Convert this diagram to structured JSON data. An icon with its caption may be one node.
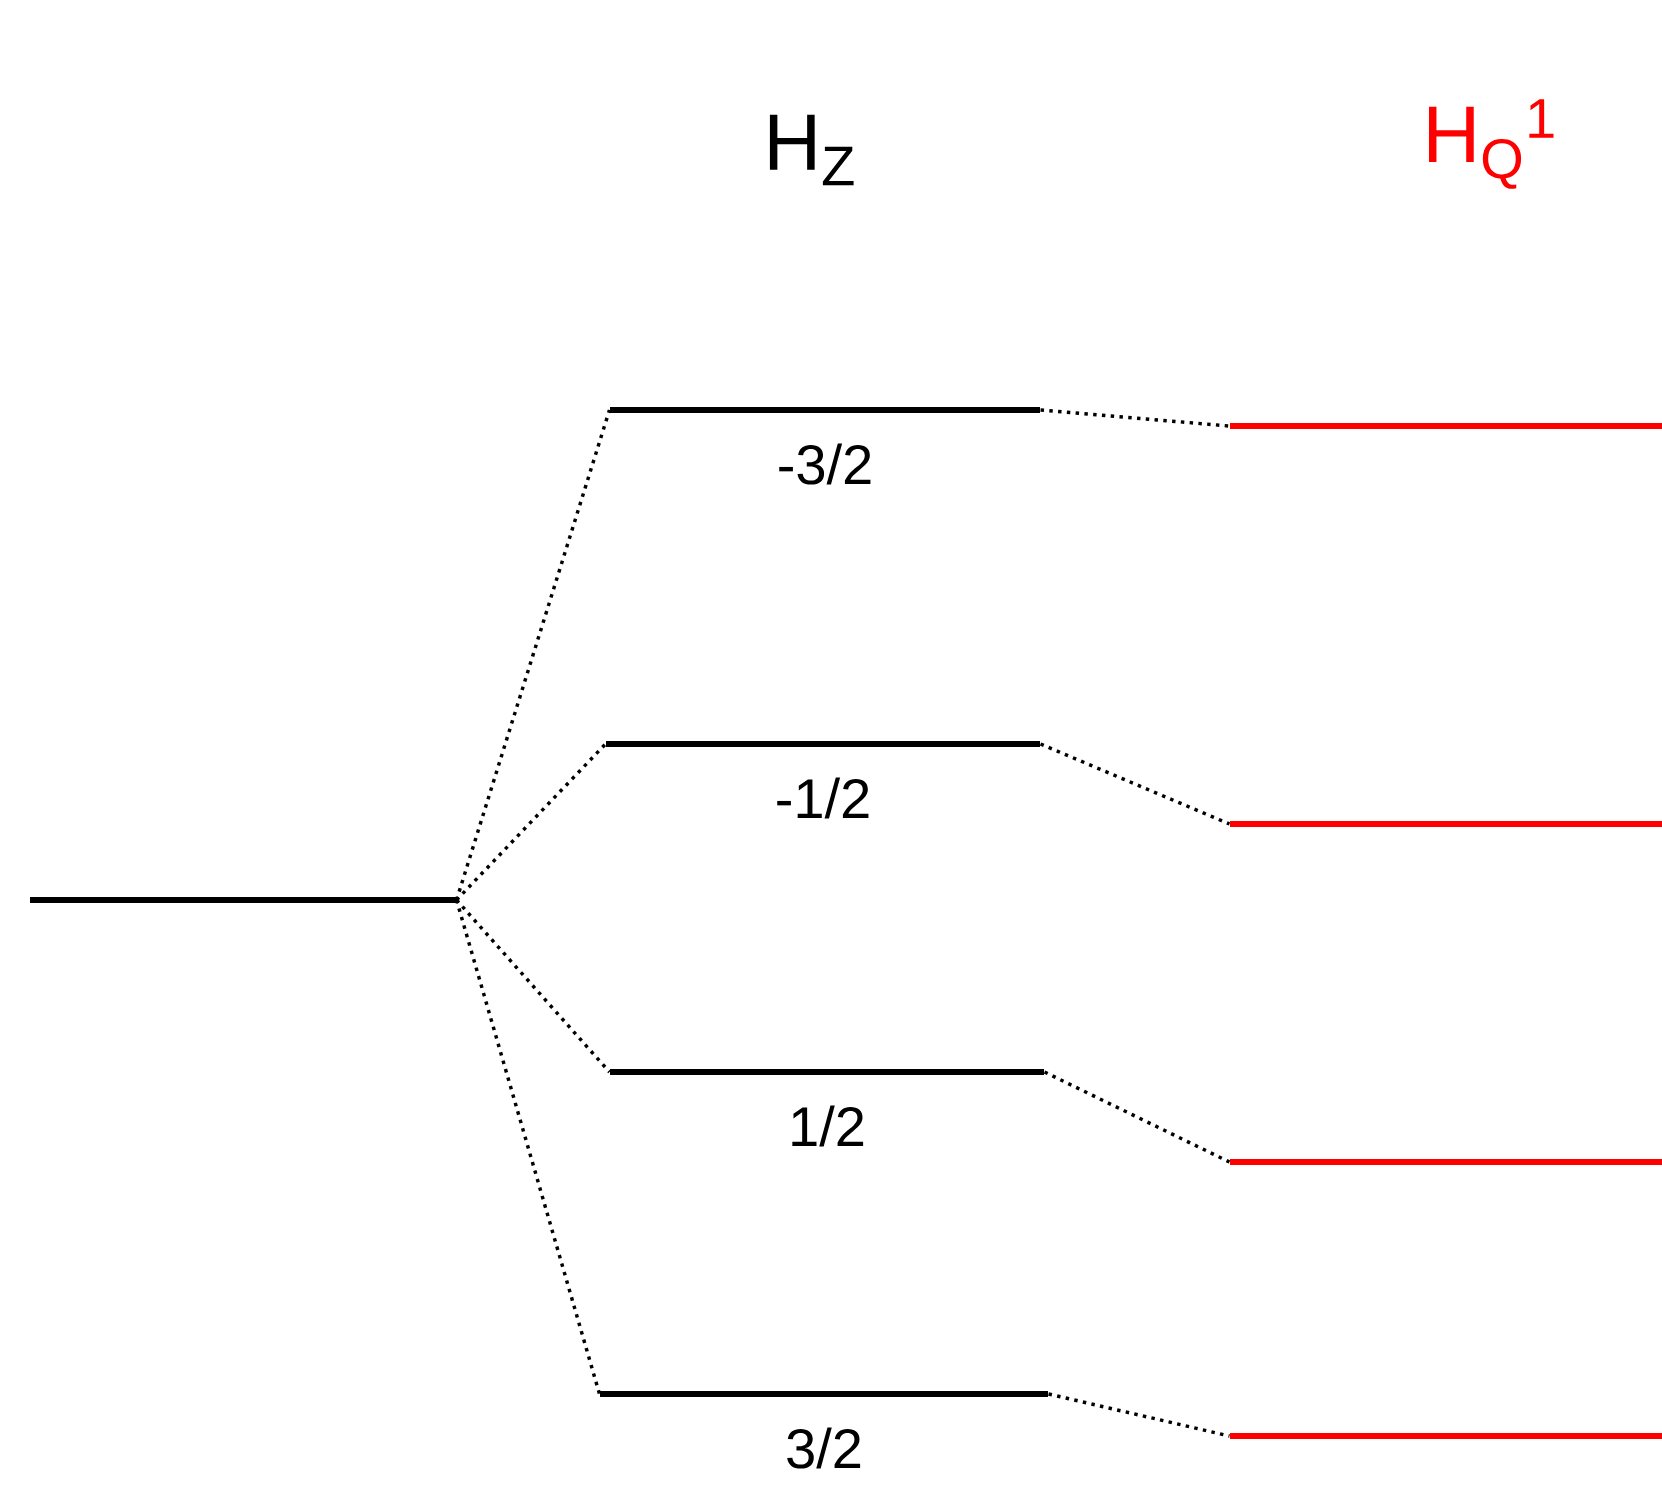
{
  "diagram": {
    "nodes": [
      {
        "text": [],
        "shape": "bar"
      },
      {
        "text": [],
        "shape": "bar",
        "beside": [
          "-3/2"
        ]
      },
      {
        "text": [],
        "shape": "bar",
        "beside": [
          "-1/2"
        ]
      },
      {
        "text": [],
        "shape": "bar",
        "beside": [
          "1/2"
        ]
      },
      {
        "text": [],
        "shape": "bar",
        "beside": [
          "3/2"
        ]
      },
      {
        "text": [],
        "shape": "bar"
      },
      {
        "text": [],
        "shape": "bar"
      },
      {
        "text": [],
        "shape": "bar"
      },
      {
        "text": [],
        "shape": "bar"
      }
    ],
    "edges": [
      {
        "from": 0,
        "to": 1,
        "arrow": "none"
      },
      {
        "from": 0,
        "to": 2,
        "arrow": "none"
      },
      {
        "from": 0,
        "to": 3,
        "arrow": "none"
      },
      {
        "from": 0,
        "to": 4,
        "arrow": "none"
      },
      {
        "from": 1,
        "to": 5,
        "arrow": "none"
      },
      {
        "from": 2,
        "to": 6,
        "arrow": "none"
      },
      {
        "from": 3,
        "to": 7,
        "arrow": "none"
      },
      {
        "from": 4,
        "to": 8,
        "arrow": "none"
      }
    ],
    "labels": [
      "H$_{Z}$",
      "H$_{Q}$$^{1}$"
    ]
  }
}
